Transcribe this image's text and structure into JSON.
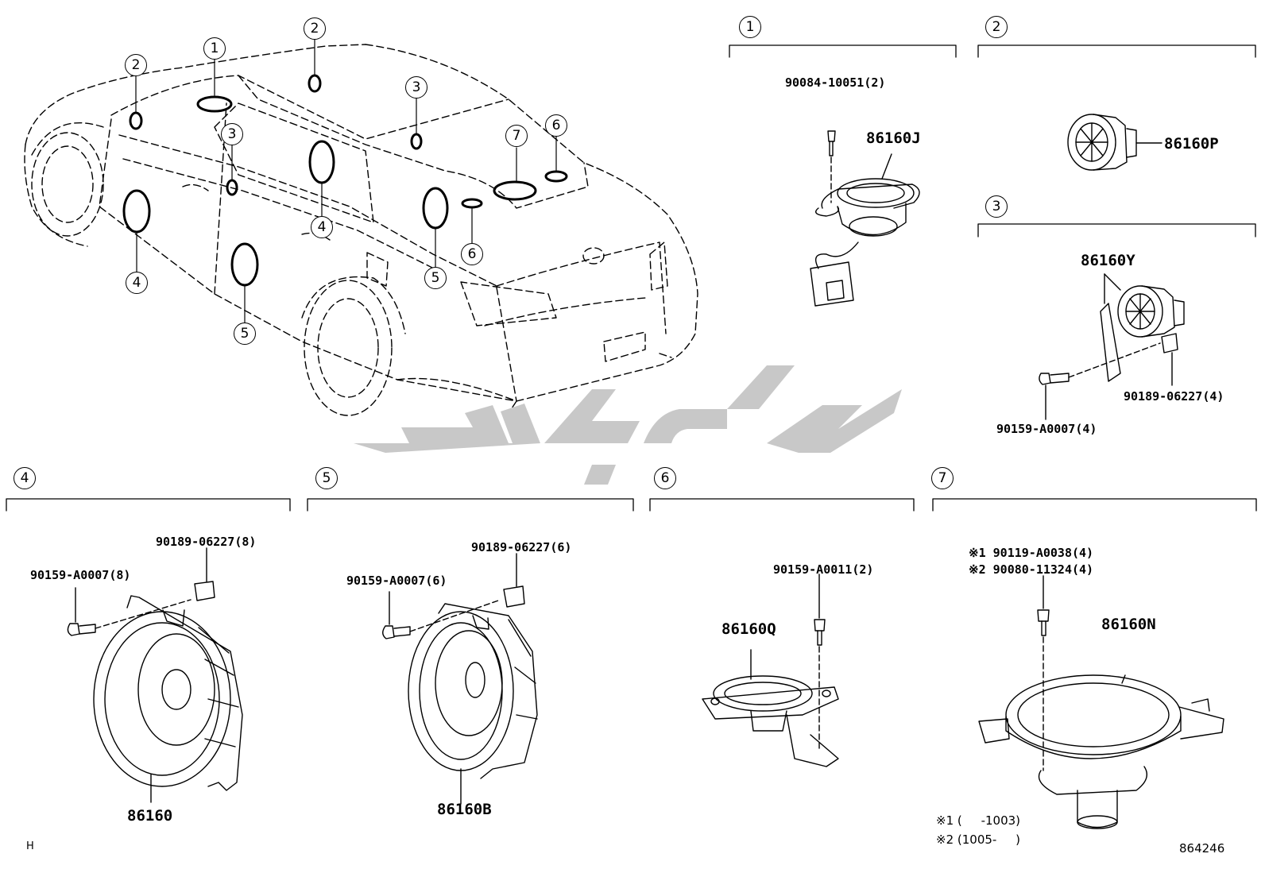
{
  "callouts": {
    "c1": "1",
    "c2": "2",
    "c3": "3",
    "c4": "4",
    "c5": "5",
    "c6": "6",
    "c7": "7"
  },
  "parts": {
    "p1_screw": "90084-10051(2)",
    "p1_speaker": "86160J",
    "p2_speaker": "86160P",
    "p3_speaker": "86160Y",
    "p3_nut": "90189-06227(4)",
    "p3_screw": "90159-A0007(4)",
    "p4_nut": "90189-06227(8)",
    "p4_screw": "90159-A0007(8)",
    "p4_speaker": "86160",
    "p5_nut": "90189-06227(6)",
    "p5_screw": "90159-A0007(6)",
    "p5_speaker": "86160B",
    "p6_screw": "90159-A0011(2)",
    "p6_speaker": "86160Q",
    "p7_screw1": "※1 90119-A0038(4)",
    "p7_screw2": "※2 90080-11324(4)",
    "p7_speaker": "86160N"
  },
  "notes": {
    "note1": "※1 (     -1003)",
    "note2": "※2 (1005-     )",
    "code_left": "H",
    "diagram_number": "864246"
  },
  "colors": {
    "line": "#000000",
    "watermark": "#c8c8c8"
  }
}
